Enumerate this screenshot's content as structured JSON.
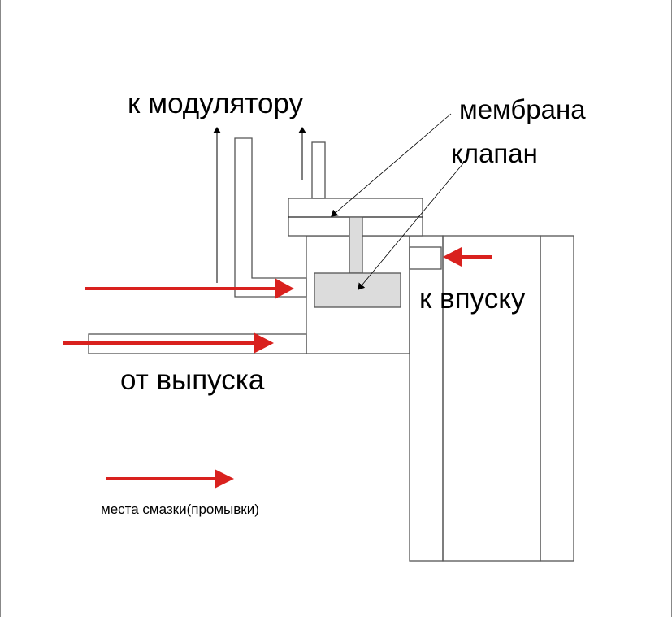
{
  "labels": {
    "to_modulator": "к модулятору",
    "membrane": "мембрана",
    "valve": "клапан",
    "to_intake": "к впуску",
    "from_exhaust": "от выпуска",
    "legend": "места смазки(промывки)"
  },
  "colors": {
    "arrow": "#d9211e",
    "fill": "#dcdcdc",
    "stroke": "#555555"
  }
}
